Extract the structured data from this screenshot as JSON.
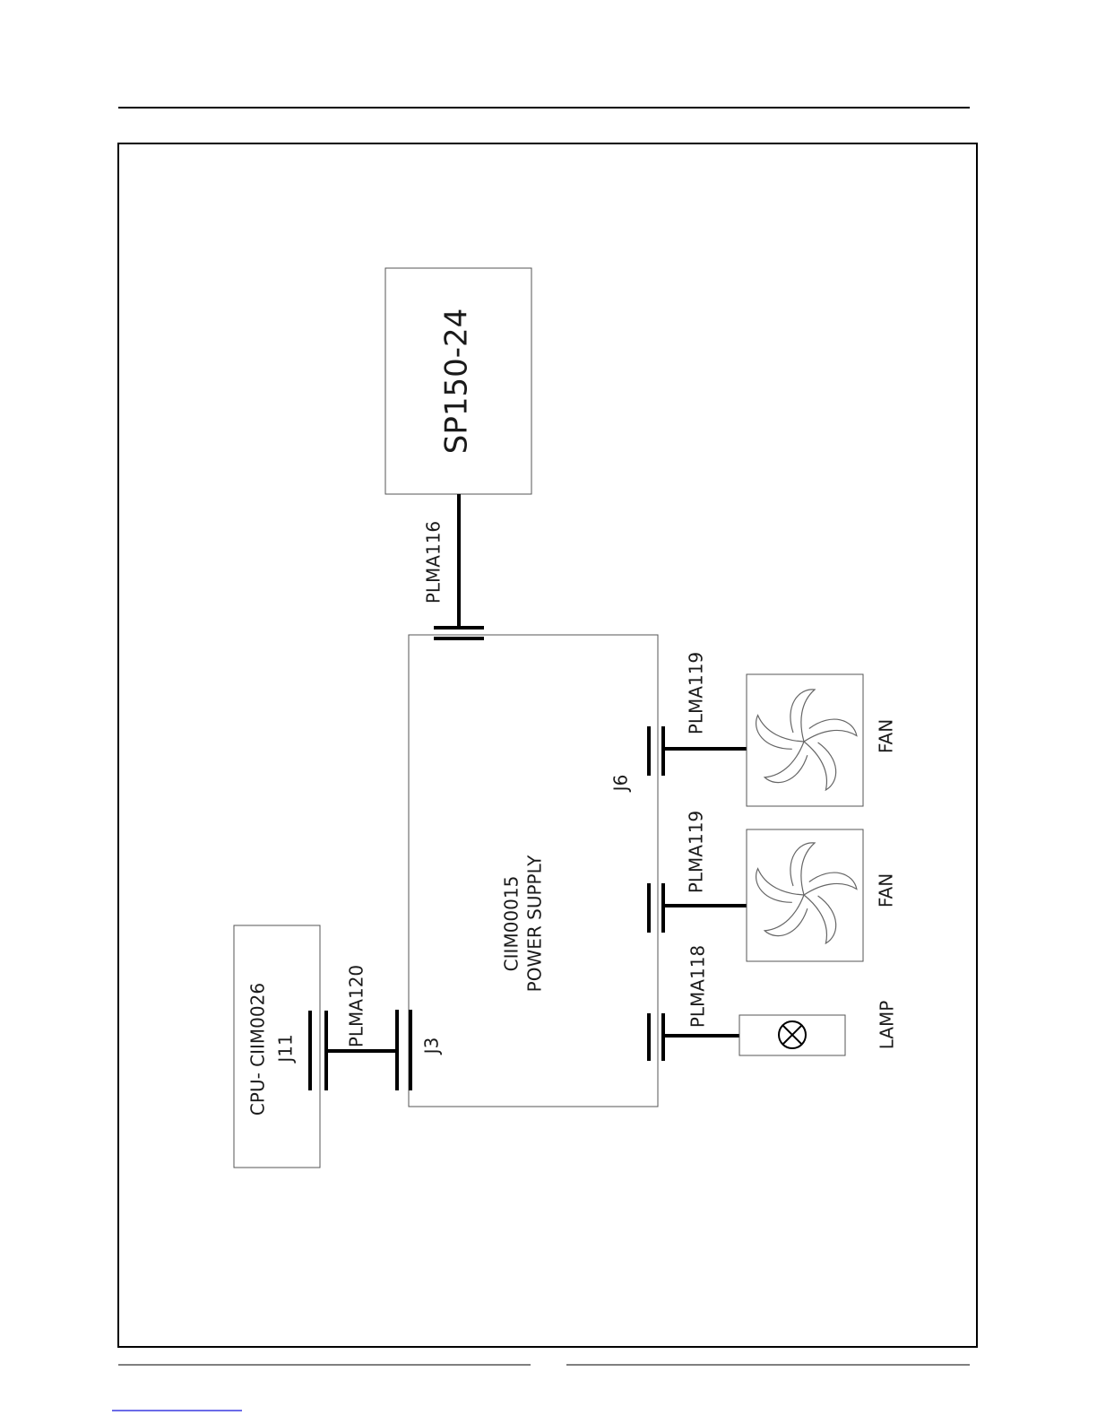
{
  "diagram": {
    "sp_unit": {
      "label": "SP150-24"
    },
    "power_supply": {
      "label_line1": "CIIM00015",
      "label_line2": "POWER SUPPLY"
    },
    "cpu": {
      "label": "CPU- CIIM0026",
      "connector": "J11"
    },
    "connectors": {
      "j3": "J3",
      "j6": "J6"
    },
    "cables": {
      "sp": "PLMA116",
      "cpu": "PLMA120",
      "lamp": "PLMA118",
      "fan_lower": "PLMA119",
      "fan_upper": "PLMA119"
    },
    "loads": {
      "lamp": "LAMP",
      "fan_lower": "FAN",
      "fan_upper": "FAN"
    }
  },
  "icons": [
    "lamp-icon",
    "fan-icon",
    "fan-icon"
  ]
}
